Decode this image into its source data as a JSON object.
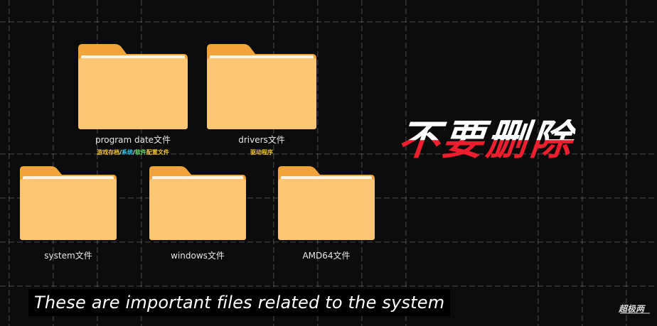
{
  "folders": [
    {
      "label": "program date文件",
      "sub": [
        {
          "text": "游戏存档",
          "color": "#f2c230"
        },
        {
          "text": "/",
          "color": "#ffffff"
        },
        {
          "text": "系统",
          "color": "#33c4e8"
        },
        {
          "text": "/",
          "color": "#ffffff"
        },
        {
          "text": "软件",
          "color": "#66e06a"
        },
        {
          "text": "配置文件",
          "color": "#f2c230"
        }
      ]
    },
    {
      "label": "drivers文件",
      "sub": [
        {
          "text": "驱动程序",
          "color": "#f2c230"
        }
      ]
    },
    {
      "label": "system文件"
    },
    {
      "label": "windows文件"
    },
    {
      "label": "AMD64文件"
    }
  ],
  "headline": "不要删除",
  "subtitle": "These are important files related to the system",
  "logo_text": "超极两",
  "colors": {
    "folder_back": "#f0a43a",
    "folder_front": "#fbc674",
    "headline_top": "#ffffff",
    "headline_bottom": "#ee1e2e"
  }
}
